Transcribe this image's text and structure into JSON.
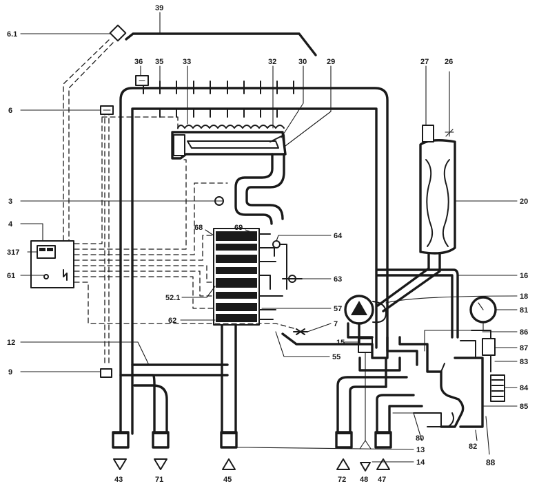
{
  "diagram": {
    "callouts": {
      "c39": "39",
      "c6_1": "6.1",
      "c36": "36",
      "c35": "35",
      "c33": "33",
      "c32": "32",
      "c30": "30",
      "c29": "29",
      "c27": "27",
      "c26": "26",
      "c6": "6",
      "c3": "3",
      "c4": "4",
      "c317": "317",
      "c61": "61",
      "c12": "12",
      "c9": "9",
      "c68": "68",
      "c69": "69",
      "c64": "64",
      "c63": "63",
      "c52_1": "52.1",
      "c57": "57",
      "c62": "62",
      "c7": "7",
      "c55": "55",
      "c15": "15",
      "c20": "20",
      "c16": "16",
      "c18": "18",
      "c81": "81",
      "c86": "86",
      "c87": "87",
      "c83": "83",
      "c84": "84",
      "c85": "85",
      "c88": "88",
      "c82": "82",
      "c80": "80",
      "c13": "13",
      "c14": "14"
    },
    "connections": [
      {
        "label": "43",
        "direction": "out"
      },
      {
        "label": "71",
        "direction": "out"
      },
      {
        "label": "45",
        "direction": "in"
      },
      {
        "label": "72",
        "direction": "in"
      },
      {
        "label": "48",
        "direction": "out"
      },
      {
        "label": "47",
        "direction": "in"
      }
    ]
  }
}
